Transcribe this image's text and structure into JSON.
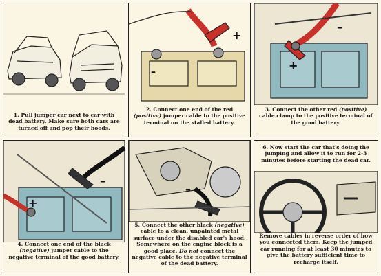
{
  "steps": [
    {
      "num": "1.",
      "text": "Pull jumper car next to car with dead battery. Make sure both cars are turned off and pop their hoods."
    },
    {
      "num": "2.",
      "pre": "Connect one end of the red",
      "em": "(positive)",
      "post": "jumper cable to the positive terminal on the stalled battery."
    },
    {
      "num": "3.",
      "pre": "Connect the other red",
      "em": "(positive)",
      "post": "cable clamp to the positive terminal of the good battery."
    },
    {
      "num": "4.",
      "pre": "Connect one end of the black",
      "em": "(negative)",
      "post": "jumper cable to the negative terminal of the good battery."
    },
    {
      "num": "5.",
      "pre": "Connect the other black",
      "em": "(negative)",
      "mid": "cable to a clean, unpainted metal surface under the disabled car's hood. Somewhere on the engine block is a good place.",
      "em2": "Do not",
      "post": "connect the negative cable to the negative terminal of the dead battery."
    },
    {
      "num": "6.",
      "text": "Now start the car that's doing the jumping and allow it to run for 2-3 minutes before starting the dead car."
    }
  ],
  "final_note": "Remove cables in reverse order of how you connected them. Keep the jumped car running for at least 30 minutes to give the battery sufficient time to recharge itself.",
  "symbols": {
    "plus": "+",
    "minus": "–"
  },
  "colors": {
    "cable_red": "#c8302a",
    "battery": "#8fb8bf",
    "ink": "#1b1b1b",
    "paper": "#fbf6e4"
  }
}
